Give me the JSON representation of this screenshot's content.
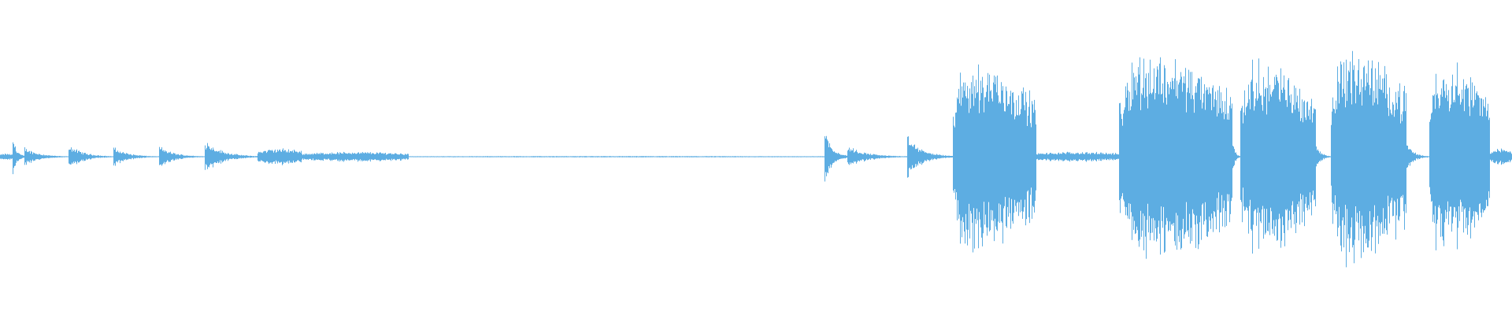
{
  "waveform": {
    "color": "#5dade2",
    "background": "#ffffff",
    "segments": [
      {
        "start": 0.0,
        "end": 0.008,
        "amp": 0.02
      },
      {
        "start": 0.008,
        "end": 0.016,
        "amp": 0.15
      },
      {
        "start": 0.016,
        "end": 0.045,
        "amp": 0.06
      },
      {
        "start": 0.045,
        "end": 0.075,
        "amp": 0.08
      },
      {
        "start": 0.075,
        "end": 0.105,
        "amp": 0.06
      },
      {
        "start": 0.105,
        "end": 0.135,
        "amp": 0.07
      },
      {
        "start": 0.135,
        "end": 0.17,
        "amp": 0.11
      },
      {
        "start": 0.17,
        "end": 0.2,
        "amp": 0.05
      },
      {
        "start": 0.2,
        "end": 0.27,
        "amp": 0.03
      },
      {
        "start": 0.27,
        "end": 0.545,
        "amp": 0.004
      },
      {
        "start": 0.545,
        "end": 0.56,
        "amp": 0.2
      },
      {
        "start": 0.56,
        "end": 0.6,
        "amp": 0.07
      },
      {
        "start": 0.6,
        "end": 0.63,
        "amp": 0.13
      },
      {
        "start": 0.63,
        "end": 0.685,
        "amp": 0.57
      },
      {
        "start": 0.685,
        "end": 0.74,
        "amp": 0.03
      },
      {
        "start": 0.74,
        "end": 0.815,
        "amp": 0.63
      },
      {
        "start": 0.815,
        "end": 0.82,
        "amp": 0.12
      },
      {
        "start": 0.82,
        "end": 0.87,
        "amp": 0.57
      },
      {
        "start": 0.87,
        "end": 0.88,
        "amp": 0.09
      },
      {
        "start": 0.88,
        "end": 0.93,
        "amp": 0.64
      },
      {
        "start": 0.93,
        "end": 0.945,
        "amp": 0.09
      },
      {
        "start": 0.945,
        "end": 0.985,
        "amp": 0.58
      },
      {
        "start": 0.985,
        "end": 1.0,
        "amp": 0.05
      }
    ]
  }
}
